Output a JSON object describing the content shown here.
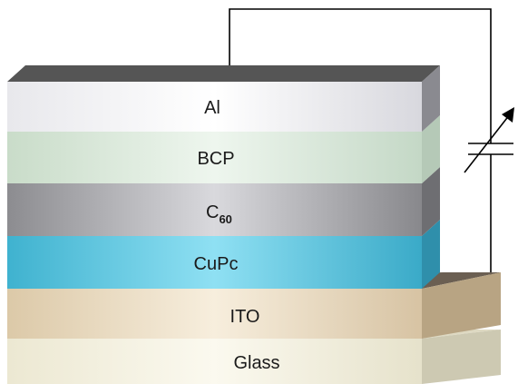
{
  "layers": [
    {
      "id": "al",
      "label": "Al",
      "face_start": "#e8e8ec",
      "face_mid": "#ffffff",
      "face_end": "#d8d8de",
      "side": "#8a8a90",
      "top": "#555555"
    },
    {
      "id": "bcp",
      "label": "BCP",
      "face_start": "#c9dcc9",
      "face_mid": "#eef6ee",
      "face_end": "#c4d8c6",
      "side": "#b5c9b7",
      "top": "#cfe0d0"
    },
    {
      "id": "c60",
      "label": "C",
      "label_sub": "60",
      "face_start": "#8c8c90",
      "face_mid": "#d9d9dd",
      "face_end": "#88888c",
      "side": "#6e6e72",
      "top": "#a5a5a8"
    },
    {
      "id": "cupc",
      "label": "CuPc",
      "face_start": "#3fb2cf",
      "face_mid": "#8fe0f3",
      "face_end": "#3aaac8",
      "side": "#2f8fab",
      "top": "#6cc7dd"
    },
    {
      "id": "ito",
      "label": "ITO",
      "face_start": "#dcc9a8",
      "face_mid": "#f7eedd",
      "face_end": "#d7c3a3",
      "side": "#b8a483",
      "top": "#6b5f52"
    },
    {
      "id": "glass",
      "label": "Glass",
      "face_start": "#ece8d2",
      "face_mid": "#fbf9ef",
      "face_end": "#e6e2cb",
      "side": "#cdc9b2",
      "top": "#ded9c2"
    }
  ],
  "circuit": {
    "wire_color": "#000000",
    "arrow_color": "#000000"
  }
}
